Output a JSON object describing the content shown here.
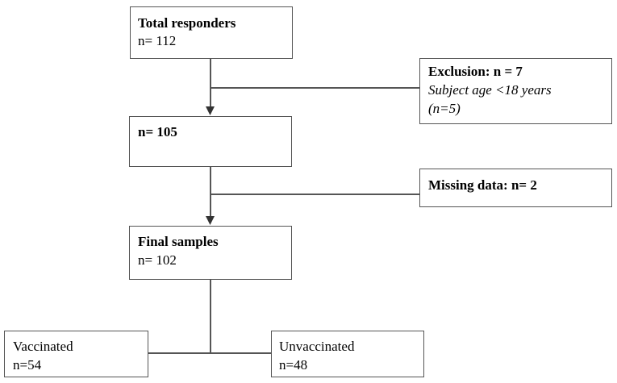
{
  "nodes": {
    "total": {
      "title": "Total responders",
      "count": "n= 112"
    },
    "after_exclusion": {
      "title": "n= 105"
    },
    "final": {
      "title": "Final samples",
      "count": "n= 102"
    },
    "vaccinated": {
      "title": "Vaccinated",
      "count": "n=54"
    },
    "unvaccinated": {
      "title": "Unvaccinated",
      "count": "n=48"
    }
  },
  "side_notes": {
    "exclusion": {
      "title": "Exclusion: n = 7",
      "detail_line1": "Subject age <18 years",
      "detail_line2": "(n=5)"
    },
    "missing": {
      "title": "Missing data: n= 2"
    }
  }
}
